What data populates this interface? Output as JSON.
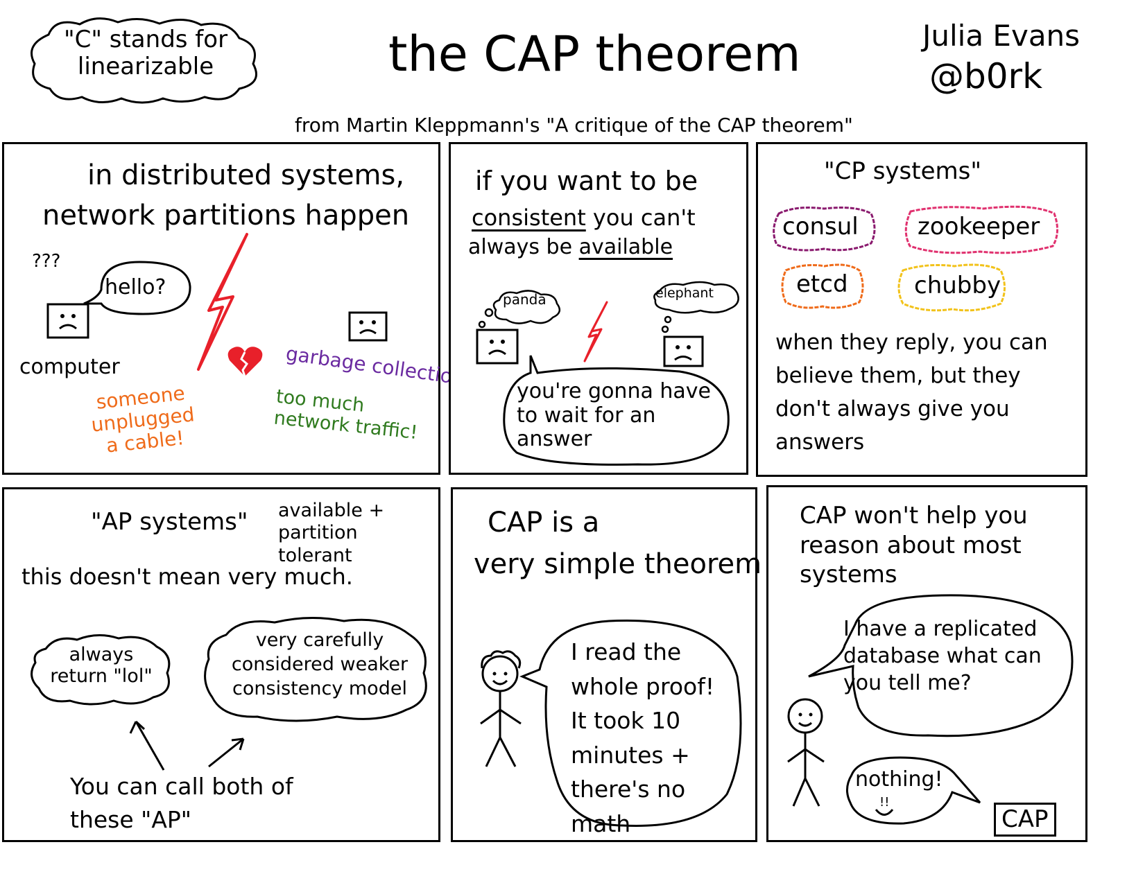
{
  "header": {
    "cloud_note": "\"C\" stands for linearizable",
    "title": "the CAP theorem",
    "author_name": "Julia Evans",
    "author_handle": "@b0rk",
    "source": "from Martin Kleppmann's \"A critique of the CAP theorem\""
  },
  "panel1": {
    "heading_line1": "in distributed systems,",
    "heading_line2": "network partitions happen",
    "question_marks": "???",
    "hello_bubble": "hello?",
    "computer_label": "computer",
    "cause_unplugged": "someone unplugged a cable!",
    "cause_gc": "garbage collection!",
    "cause_traffic": "too much network traffic!",
    "colors": {
      "lightning": "#e8202a",
      "heart": "#e8202a",
      "orange": "#ef6b1a",
      "purple": "#6a2aa0",
      "green": "#2f7a1e"
    }
  },
  "panel2": {
    "line1": "if you want to be",
    "consistent": "consistent",
    "line2_rest": "you can't",
    "line3_start": "always be",
    "available": "available",
    "thought_left": "panda",
    "thought_right": "elephant",
    "speech": "you're gonna have to wait for an answer"
  },
  "panel3": {
    "heading": "\"CP systems\"",
    "systems": [
      {
        "name": "consul",
        "color": "#8a1a6e"
      },
      {
        "name": "zookeeper",
        "color": "#e0306e"
      },
      {
        "name": "etcd",
        "color": "#ef6b1a"
      },
      {
        "name": "chubby",
        "color": "#f2c21a"
      }
    ],
    "body": "when they reply, you can believe them, but they don't always give you answers"
  },
  "panel4": {
    "heading": "\"AP systems\"",
    "side_note": "available + partition tolerant",
    "subheading": "this doesn't mean very much.",
    "cloud_left": "always return \"lol\"",
    "cloud_right": "very carefully considered weaker consistency model",
    "footer": "You can call both of these \"AP\""
  },
  "panel5": {
    "heading_line1": "CAP is a",
    "heading_line2": "very simple theorem",
    "speech": "I read the whole proof! It took 10 minutes + there's no math"
  },
  "panel6": {
    "heading": "CAP won't help you reason about most systems",
    "question": "I have a replicated database what can you tell me?",
    "answer": "nothing!",
    "answer_face": "!!",
    "cap_box": "CAP"
  }
}
